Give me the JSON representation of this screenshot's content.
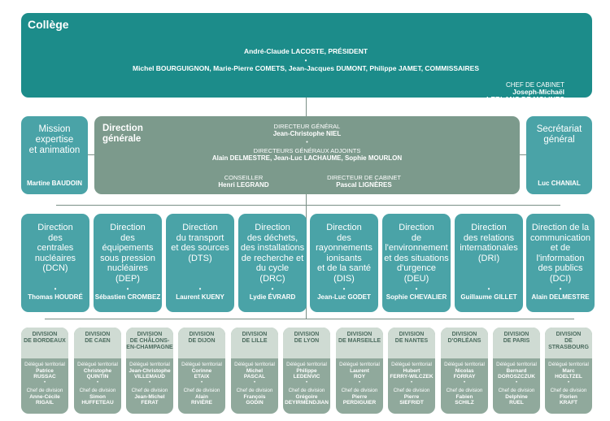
{
  "college": {
    "title": "Collège",
    "president": "André-Claude LACOSTE, PRÉSIDENT",
    "commissioners": "Michel BOURGUIGNON, Marie-Pierre COMETS, Jean-Jacques DUMONT, Philippe JAMET, COMMISSAIRES",
    "cabinet_title": "CHEF DE CABINET",
    "cabinet_name_1": "Joseph-Michaël",
    "cabinet_name_2": "LEBLANC DE MOLINES"
  },
  "bullet": "•",
  "mission": {
    "title_1": "Mission",
    "title_2": "expertise",
    "title_3": "et animation",
    "person": "Martine BAUDOIN"
  },
  "secretariat": {
    "title_1": "Secrétariat",
    "title_2": "général",
    "person": "Luc CHANIAL"
  },
  "direction_generale": {
    "title_1": "Direction",
    "title_2": "générale",
    "dg_title": "DIRECTEUR GÉNÉRAL",
    "dg_name": "Jean-Christophe NIEL",
    "adj_title": "DIRECTEURS GÉNÉRAUX ADJOINTS",
    "adj_names": "Alain DELMESTRE, Jean-Luc LACHAUME, Sophie MOURLON",
    "conseiller_title": "CONSEILLER",
    "conseiller_name": "Henri LEGRAND",
    "cabinet_title": "DIRECTEUR DE CABINET",
    "cabinet_name": "Pascal LIGNÈRES"
  },
  "directions": [
    {
      "lines": [
        "Direction",
        "des",
        "centrales",
        "nucléaires",
        "(DCN)"
      ],
      "person": "Thomas HOUDRÉ"
    },
    {
      "lines": [
        "Direction",
        "des",
        "équipements",
        "sous pression",
        "nucléaires",
        "(DEP)"
      ],
      "person": "Sébastien CROMBEZ"
    },
    {
      "lines": [
        "Direction",
        "du transport",
        "et des sources",
        "(DTS)"
      ],
      "person": "Laurent KUENY"
    },
    {
      "lines": [
        "Direction",
        "des déchets,",
        "des installations",
        "de recherche et",
        "du cycle",
        "(DRC)"
      ],
      "person": "Lydie ÉVRARD"
    },
    {
      "lines": [
        "Direction",
        "des",
        "rayonnements",
        "ionisants",
        "et de la santé",
        "(DIS)"
      ],
      "person": "Jean-Luc GODET"
    },
    {
      "lines": [
        "Direction",
        "de",
        "l'environnement",
        "et des situations",
        "d'urgence",
        "(DEU)"
      ],
      "person": "Sophie CHEVALIER"
    },
    {
      "lines": [
        "Direction",
        "des relations",
        "internationales",
        "(DRI)"
      ],
      "person": "Guillaume GILLET"
    },
    {
      "lines": [
        "Direction de la",
        "communication",
        "et de l'information",
        "des publics",
        "(DCI)"
      ],
      "person": "Alain DELMESTRE"
    }
  ],
  "divisions": [
    {
      "head": [
        "DIVISION",
        "DE BORDEAUX"
      ],
      "delegue": [
        "Délégué territorial",
        "Patrice",
        "RUSSAC"
      ],
      "chef": [
        "Chef de division",
        "Anne-Cécile",
        "RIGAIL"
      ]
    },
    {
      "head": [
        "DIVISION",
        "DE CAEN"
      ],
      "delegue": [
        "Délégué territorial",
        "Christophe",
        "QUINTIN"
      ],
      "chef": [
        "Chef de division",
        "Simon",
        "HUFFETEAU"
      ]
    },
    {
      "head": [
        "DIVISION",
        "DE CHÂLONS-",
        "EN-CHAMPAGNE"
      ],
      "delegue": [
        "Délégué territorial",
        "Jean-Christophe",
        "VILLEMAUD"
      ],
      "chef": [
        "Chef de division",
        "Jean-Michel",
        "FERAT"
      ]
    },
    {
      "head": [
        "DIVISION",
        "DE DIJON"
      ],
      "delegue": [
        "Délégué territorial",
        "Corinne",
        "ETAIX"
      ],
      "chef": [
        "Chef de division",
        "Alain",
        "RIVIÈRE"
      ]
    },
    {
      "head": [
        "DIVISION",
        "DE LILLE"
      ],
      "delegue": [
        "Délégué territorial",
        "Michel",
        "PASCAL"
      ],
      "chef": [
        "Chef de division",
        "François",
        "GODIN"
      ]
    },
    {
      "head": [
        "DIVISION",
        "DE LYON"
      ],
      "delegue": [
        "Délégué territorial",
        "Philippe",
        "LEDENVIC"
      ],
      "chef": [
        "Chef de division",
        "Grégoire",
        "DEYIRMENDJIAN"
      ]
    },
    {
      "head": [
        "DIVISION",
        "DE MARSEILLE"
      ],
      "delegue": [
        "Délégué territorial",
        "Laurent",
        "ROY"
      ],
      "chef": [
        "Chef de division",
        "Pierre",
        "PERDIGUIER"
      ]
    },
    {
      "head": [
        "DIVISION",
        "DE NANTES"
      ],
      "delegue": [
        "Délégué territorial",
        "Hubert",
        "FERRY-WILCZEK"
      ],
      "chef": [
        "Chef de division",
        "Pierre",
        "SIEFRIDT"
      ]
    },
    {
      "head": [
        "DIVISION",
        "D'ORLÉANS"
      ],
      "delegue": [
        "Délégué territorial",
        "Nicolas",
        "FORRAY"
      ],
      "chef": [
        "Chef de division",
        "Fabien",
        "SCHILZ"
      ]
    },
    {
      "head": [
        "DIVISION",
        "DE PARIS"
      ],
      "delegue": [
        "Délégué territorial",
        "Bernard",
        "DOROSZCZUK"
      ],
      "chef": [
        "Chef de division",
        "Delphine",
        "RUEL"
      ]
    },
    {
      "head": [
        "DIVISION",
        "DE STRASBOURG"
      ],
      "delegue": [
        "Délégué territorial",
        "Marc",
        "HOELTZEL"
      ],
      "chef": [
        "Chef de division",
        "Florien",
        "KRAFT"
      ]
    }
  ],
  "colors": {
    "college": "#1c8c8a",
    "direction_generale": "#7c9a8c",
    "directions": "#4aa3a7",
    "divisions": "#90a99c",
    "division_head": "#cfdbd3"
  }
}
